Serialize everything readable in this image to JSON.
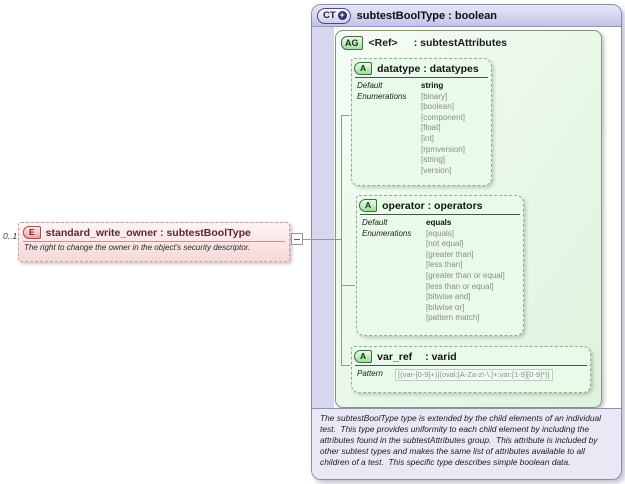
{
  "source_element": {
    "occurrence": "0..1",
    "badge": "E",
    "title": "standard_write_owner : subtestBoolType",
    "annotation": "The right to change the owner in the object's security descriptor."
  },
  "complex_type": {
    "badge": "CT",
    "expand_symbol": "+",
    "title": "subtestBoolType : boolean",
    "documentation": "The subtestBoolType type is extended by the child elements of an individual test.  This type provides uniformity to each child element by including the attributes found in the subtestAttributes group.  This attribute is included by other subtest types and makes the same list of attributes available to all children of a test.  This specific type describes simple boolean data."
  },
  "attribute_group": {
    "badge": "AG",
    "ref_label": "<Ref>",
    "type_label": ": subtestAttributes"
  },
  "attributes": {
    "datatype": {
      "badge": "A",
      "title": "datatype : datatypes",
      "default_label": "Default",
      "enumerations_label": "Enumerations",
      "default": "string",
      "enums": [
        "[binary]",
        "[boolean]",
        "[component]",
        "[float]",
        "[int]",
        "[rpmversion]",
        "[string]",
        "[version]"
      ]
    },
    "operator": {
      "badge": "A",
      "title": "operator : operators",
      "default_label": "Default",
      "enumerations_label": "Enumerations",
      "default": "equals",
      "enums": [
        "[equals]",
        "[not equal]",
        "[greater than]",
        "[less than]",
        "[greater than or equal]",
        "[less than or equal]",
        "[bitwise and]",
        "[bitwise or]",
        "[pattern match]"
      ]
    },
    "var_ref": {
      "badge": "A",
      "name_label": "var_ref",
      "type_label": ": varid",
      "pattern_label": "Pattern",
      "pattern": "[(var-[0-9]+)|(oval:[A-Za-z\\-\\.]+:var:[1-9][0-9]*)]"
    }
  },
  "colors": {
    "complex_type_header": "#c3c3e8",
    "complex_type_strip": "#d7d7ef",
    "documentation_bg": "#e9e9f6",
    "attribute_group_bg": "#ddf3dd",
    "attribute_bg": "#e8fae8",
    "element_bg": "#f7d9d9"
  }
}
